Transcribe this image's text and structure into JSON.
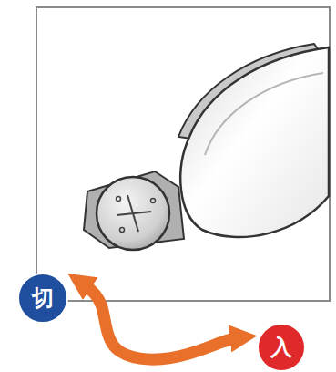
{
  "diagram": {
    "nodes": [
      {
        "text": [
          "切"
        ]
      },
      {
        "text": [
          "入"
        ]
      }
    ],
    "edges": [
      {
        "from": 0,
        "to": 1,
        "arrow": "both"
      }
    ]
  }
}
